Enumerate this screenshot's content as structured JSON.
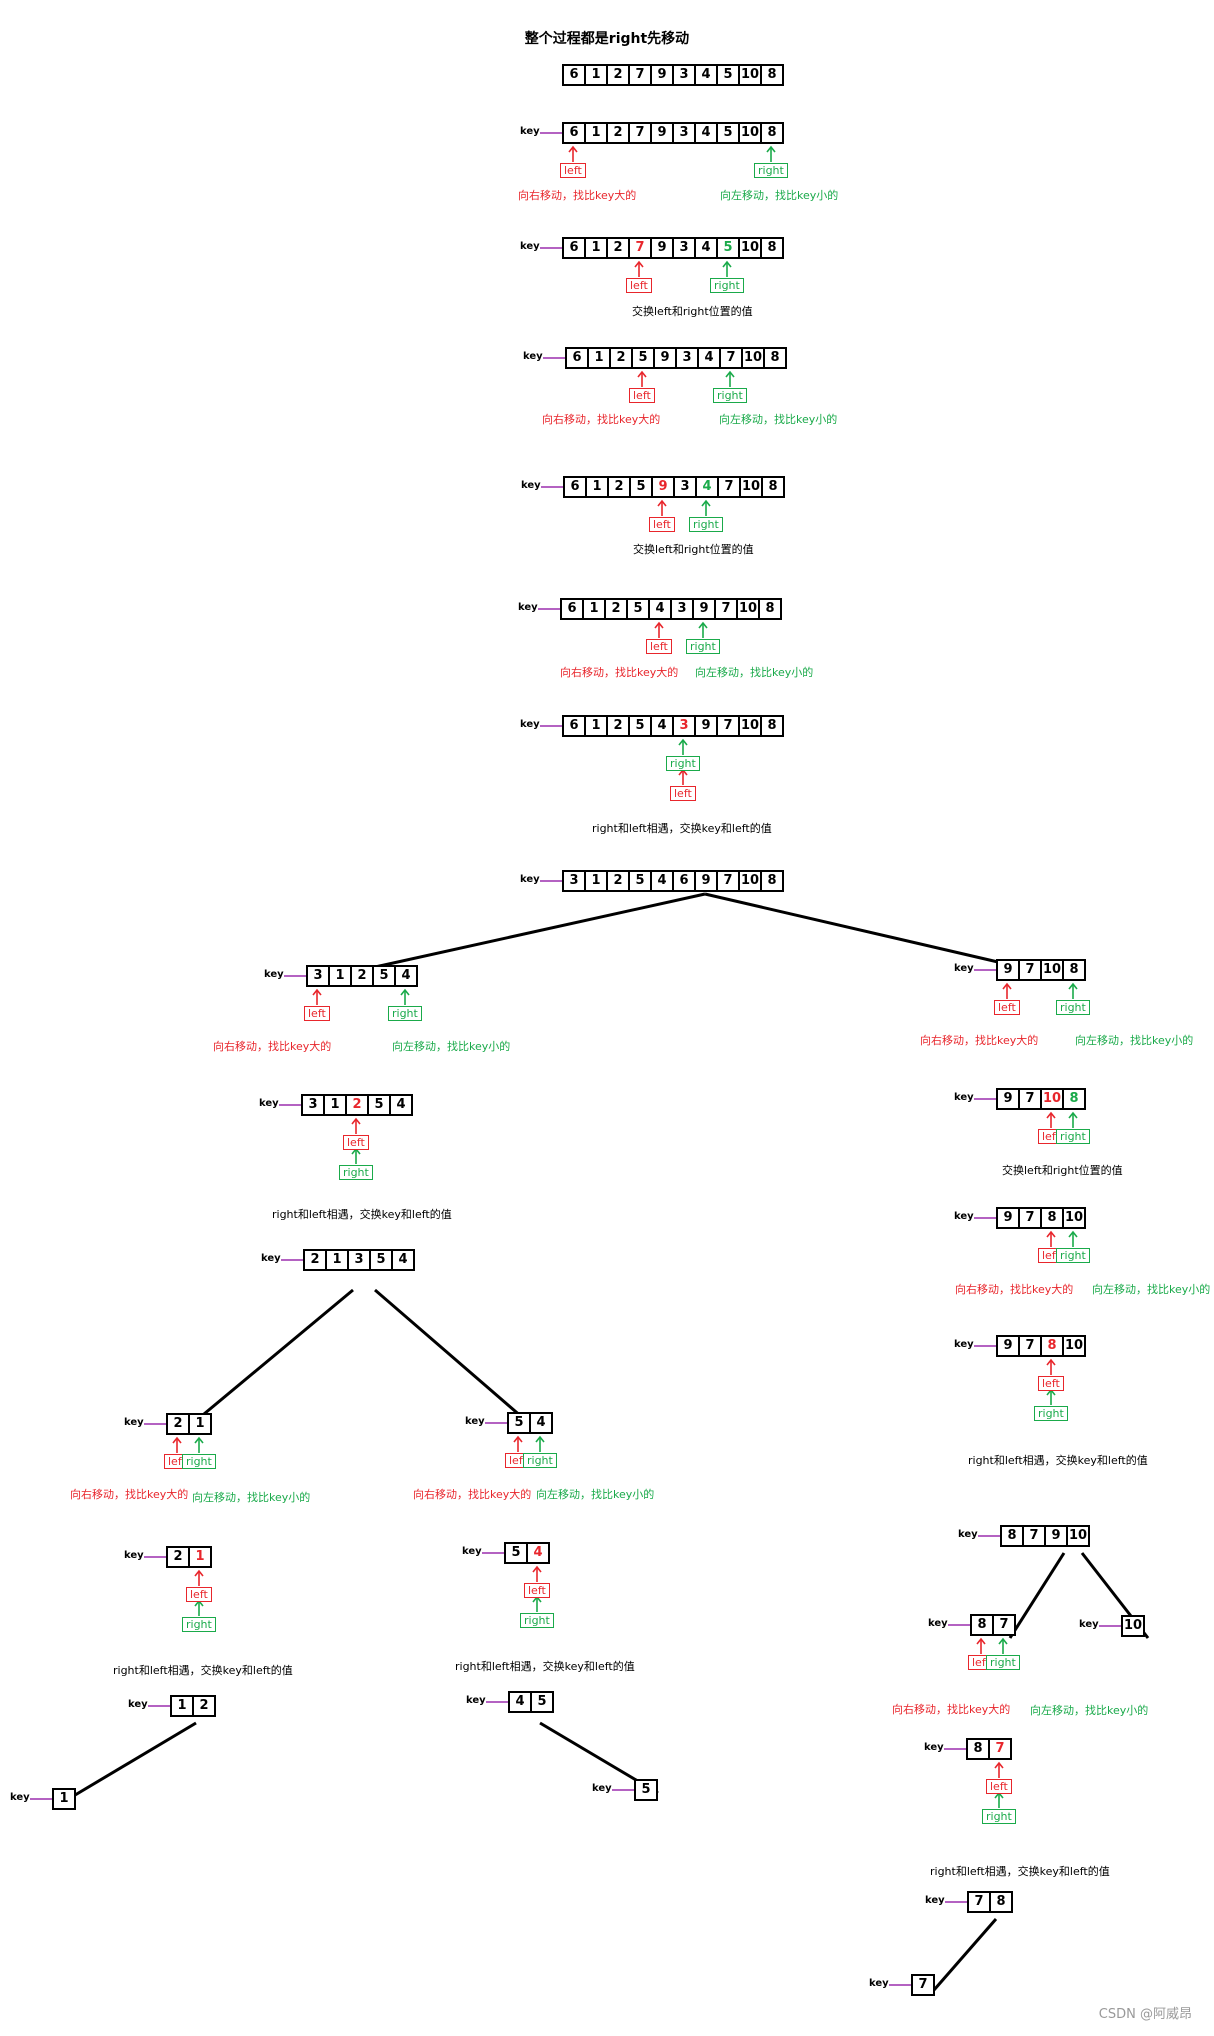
{
  "title": "整个过程都是right先移动",
  "watermark": "CSDN @阿威昂",
  "labels": {
    "key": "key",
    "left": "left",
    "right": "right"
  },
  "notes": {
    "move_right": "向右移动，找比key大的",
    "move_left": "向左移动，找比key小的",
    "swap_lr": "交换left和right位置的值",
    "meet_swap": "right和left相遇，交换key和left的值"
  },
  "colors": {
    "left": "#e8262c",
    "right": "#1aaa4a",
    "key_arrow": "#9b2fae",
    "text": "#000000"
  },
  "arrays": [
    {
      "id": "a0",
      "values": [
        "6",
        "1",
        "2",
        "7",
        "9",
        "3",
        "4",
        "5",
        "10",
        "8"
      ]
    },
    {
      "id": "a1",
      "values": [
        "6",
        "1",
        "2",
        "7",
        "9",
        "3",
        "4",
        "5",
        "10",
        "8"
      ],
      "key": true
    },
    {
      "id": "a2",
      "values": [
        "6",
        "1",
        "2",
        "7",
        "9",
        "3",
        "4",
        "5",
        "10",
        "8"
      ],
      "key": true,
      "red": [
        3
      ],
      "green": [
        7
      ]
    },
    {
      "id": "a3",
      "values": [
        "6",
        "1",
        "2",
        "5",
        "9",
        "3",
        "4",
        "7",
        "10",
        "8"
      ],
      "key": true
    },
    {
      "id": "a4",
      "values": [
        "6",
        "1",
        "2",
        "5",
        "9",
        "3",
        "4",
        "7",
        "10",
        "8"
      ],
      "key": true,
      "red": [
        4
      ],
      "green": [
        6
      ]
    },
    {
      "id": "a5",
      "values": [
        "6",
        "1",
        "2",
        "5",
        "4",
        "3",
        "9",
        "7",
        "10",
        "8"
      ],
      "key": true
    },
    {
      "id": "a6",
      "values": [
        "6",
        "1",
        "2",
        "5",
        "4",
        "3",
        "9",
        "7",
        "10",
        "8"
      ],
      "key": true,
      "red": [
        5
      ]
    },
    {
      "id": "a7",
      "values": [
        "3",
        "1",
        "2",
        "5",
        "4",
        "6",
        "9",
        "7",
        "10",
        "8"
      ],
      "key": true
    },
    {
      "id": "b1",
      "values": [
        "3",
        "1",
        "2",
        "5",
        "4"
      ],
      "key": true
    },
    {
      "id": "b2",
      "values": [
        "3",
        "1",
        "2",
        "5",
        "4"
      ],
      "key": true,
      "red": [
        2
      ]
    },
    {
      "id": "b3",
      "values": [
        "2",
        "1",
        "3",
        "5",
        "4"
      ],
      "key": true
    },
    {
      "id": "c1",
      "values": [
        "2",
        "1"
      ],
      "key": true
    },
    {
      "id": "c2",
      "values": [
        "2",
        "1"
      ],
      "key": true,
      "red": [
        1
      ]
    },
    {
      "id": "c3",
      "values": [
        "1",
        "2"
      ],
      "key": true
    },
    {
      "id": "c4",
      "values": [
        "1"
      ],
      "key": true
    },
    {
      "id": "d1",
      "values": [
        "5",
        "4"
      ],
      "key": true
    },
    {
      "id": "d2",
      "values": [
        "5",
        "4"
      ],
      "key": true,
      "red": [
        1
      ]
    },
    {
      "id": "d3",
      "values": [
        "4",
        "5"
      ],
      "key": true
    },
    {
      "id": "d4",
      "values": [
        "5"
      ],
      "key": true
    },
    {
      "id": "e1",
      "values": [
        "9",
        "7",
        "10",
        "8"
      ],
      "key": true
    },
    {
      "id": "e2",
      "values": [
        "9",
        "7",
        "10",
        "8"
      ],
      "key": true,
      "red": [
        2
      ],
      "green": [
        3
      ]
    },
    {
      "id": "e3",
      "values": [
        "9",
        "7",
        "8",
        "10"
      ],
      "key": true
    },
    {
      "id": "e4",
      "values": [
        "9",
        "7",
        "8",
        "10"
      ],
      "key": true,
      "red": [
        2
      ]
    },
    {
      "id": "e5",
      "values": [
        "8",
        "7",
        "9",
        "10"
      ],
      "key": true
    },
    {
      "id": "f1",
      "values": [
        "8",
        "7"
      ],
      "key": true
    },
    {
      "id": "f2",
      "values": [
        "8",
        "7"
      ],
      "key": true,
      "red": [
        1
      ]
    },
    {
      "id": "f3",
      "values": [
        "7",
        "8"
      ],
      "key": true
    },
    {
      "id": "f4",
      "values": [
        "7"
      ],
      "key": true
    },
    {
      "id": "g1",
      "values": [
        "10"
      ],
      "key": true
    }
  ]
}
